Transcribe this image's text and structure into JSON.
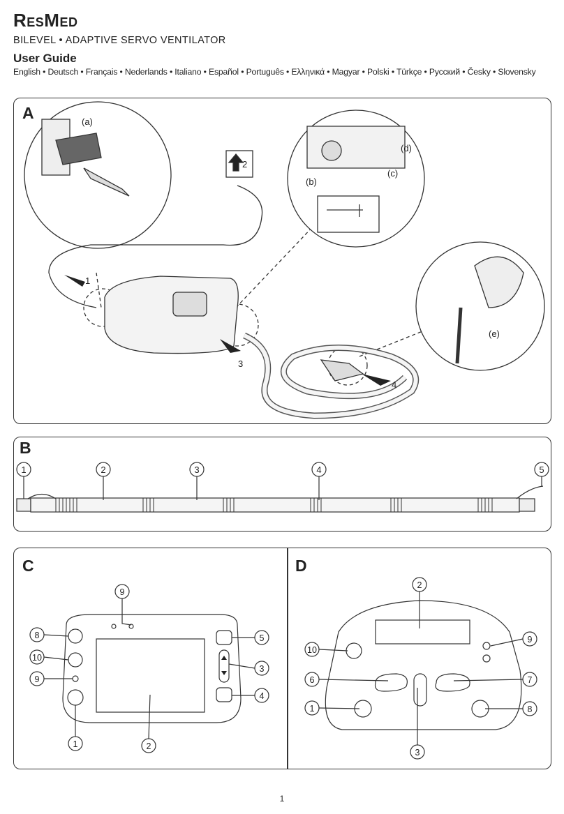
{
  "header": {
    "brand": "ResMed",
    "product": "BILEVEL • ADAPTIVE SERVO VENTILATOR",
    "guide_title": "User Guide",
    "languages": "English • Deutsch • Français • Nederlands • Italiano • Español • Português • Ελληνικά • Magyar • Polski • Türkçe • Русский • Česky • Slovensky"
  },
  "panels": {
    "a": {
      "label": "A",
      "callouts": {
        "a": "(a)",
        "b": "(b)",
        "c": "(c)",
        "d": "(d)",
        "e": "(e)"
      },
      "steps": {
        "s1": "1",
        "s2": "2",
        "s3": "3",
        "s4": "4"
      }
    },
    "b": {
      "label": "B",
      "callouts": [
        "1",
        "2",
        "3",
        "4",
        "5"
      ]
    },
    "c": {
      "label": "C",
      "callouts": [
        "1",
        "2",
        "3",
        "4",
        "5",
        "8",
        "9",
        "9",
        "10"
      ]
    },
    "d": {
      "label": "D",
      "callouts": [
        "1",
        "2",
        "3",
        "6",
        "7",
        "8",
        "9",
        "10"
      ]
    }
  },
  "footer": {
    "page_number": "1"
  }
}
